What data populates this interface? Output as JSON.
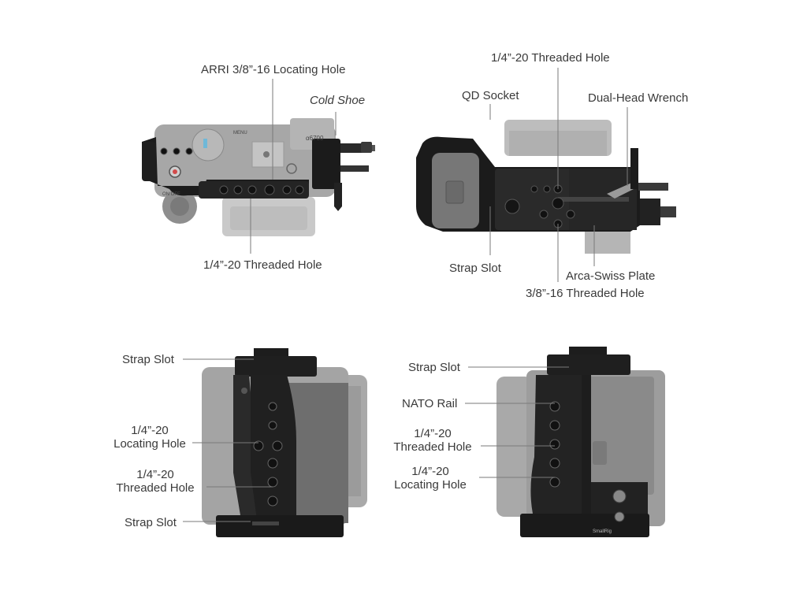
{
  "views": {
    "top_view": {
      "labels": {
        "locating_hole": "ARRI 3/8”-16 Locating Hole",
        "cold_shoe": "Cold Shoe",
        "threaded_hole": "1/4”-20 Threaded Hole"
      },
      "camera_markings": {
        "model": "α6700",
        "mode": "MENU",
        "onoff": "ON OFF"
      }
    },
    "bottom_view": {
      "labels": {
        "threaded_hole_top": "1/4”-20 Threaded Hole",
        "qd_socket": "QD Socket",
        "dual_head_wrench": "Dual-Head Wrench",
        "strap_slot": "Strap Slot",
        "arca_plate": "Arca-Swiss Plate",
        "threaded_hole_38": "3/8”-16 Threaded Hole"
      }
    },
    "left_side_view": {
      "labels": {
        "strap_slot_top": "Strap Slot",
        "locating_hole": [
          "1/4”-20",
          "Locating Hole"
        ],
        "threaded_hole": [
          "1/4”-20",
          "Threaded Hole"
        ],
        "strap_slot_bottom": "Strap Slot"
      }
    },
    "right_side_view": {
      "labels": {
        "strap_slot": "Strap Slot",
        "nato_rail": "NATO Rail",
        "threaded_hole": [
          "1/4”-20",
          "Threaded Hole"
        ],
        "locating_hole": [
          "1/4”-20",
          "Locating Hole"
        ]
      },
      "brand_mark": "SmallRig"
    }
  }
}
